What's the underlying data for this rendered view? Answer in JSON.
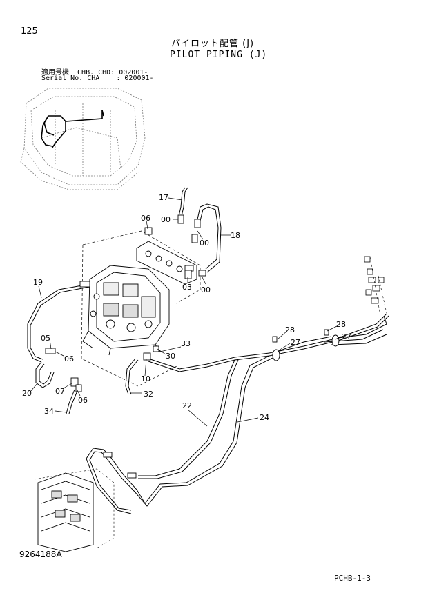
{
  "header": {
    "page_number": "125",
    "title_jp": "パイロット配管 (J)",
    "title_en": "PILOT PIPING (J)",
    "serial_line_1": "適用号機  CHB. CHD: 002001-",
    "serial_line_2": "Serial No. CHA    : 020001-"
  },
  "footer": {
    "drawing_number": "9264188A",
    "sheet_code": "PCHB-1-3"
  },
  "callouts": [
    {
      "id": "c17",
      "label": "17"
    },
    {
      "id": "c06a",
      "label": "06"
    },
    {
      "id": "c00a",
      "label": "00"
    },
    {
      "id": "c00b",
      "label": "00"
    },
    {
      "id": "c18",
      "label": "18"
    },
    {
      "id": "c03",
      "label": "03"
    },
    {
      "id": "c00c",
      "label": "00"
    },
    {
      "id": "c19",
      "label": "19"
    },
    {
      "id": "c05",
      "label": "05"
    },
    {
      "id": "c06b",
      "label": "06"
    },
    {
      "id": "c20",
      "label": "20"
    },
    {
      "id": "c07",
      "label": "07"
    },
    {
      "id": "c06c",
      "label": "06"
    },
    {
      "id": "c34",
      "label": "34"
    },
    {
      "id": "c10",
      "label": "10"
    },
    {
      "id": "c32",
      "label": "32"
    },
    {
      "id": "c33",
      "label": "33"
    },
    {
      "id": "c30",
      "label": "30"
    },
    {
      "id": "c28a",
      "label": "28"
    },
    {
      "id": "c28b",
      "label": "28"
    },
    {
      "id": "c27a",
      "label": "27"
    },
    {
      "id": "c27b",
      "label": "27"
    },
    {
      "id": "c22",
      "label": "22"
    },
    {
      "id": "c24",
      "label": "24"
    }
  ]
}
